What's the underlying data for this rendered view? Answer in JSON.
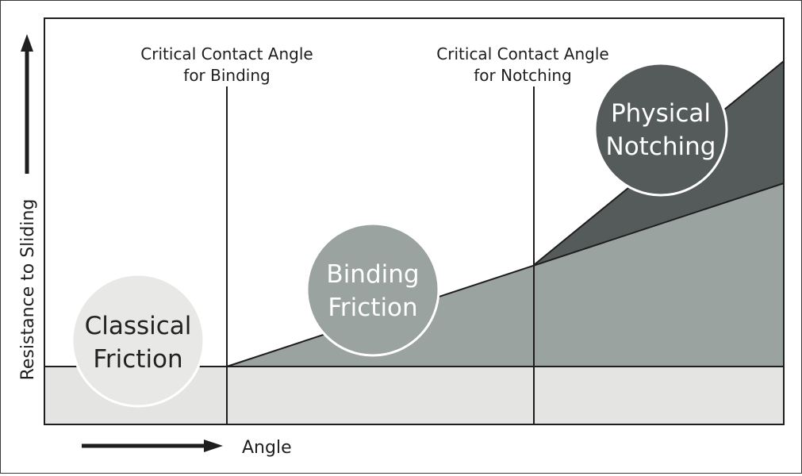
{
  "diagram": {
    "axes": {
      "y_label": "Resistance to Sliding",
      "x_label": "Angle"
    },
    "thresholds": [
      {
        "line1": "Critical Contact Angle",
        "line2": "for Binding"
      },
      {
        "line1": "Critical Contact Angle",
        "line2": "for Notching"
      }
    ],
    "regions": [
      {
        "line1": "Classical",
        "line2": "Friction",
        "color": "#e8e8e6",
        "text_color": "#222222"
      },
      {
        "line1": "Binding",
        "line2": "Friction",
        "color": "#9aa3a0",
        "text_color": "#ffffff"
      },
      {
        "line1": "Physical",
        "line2": "Notching",
        "color": "#555b5a",
        "text_color": "#ffffff"
      }
    ],
    "colors": {
      "classical_band": "#e4e5e3",
      "binding_area": "#9aa3a0",
      "notching_area": "#555b5a",
      "lines": "#1e1e1e"
    }
  }
}
